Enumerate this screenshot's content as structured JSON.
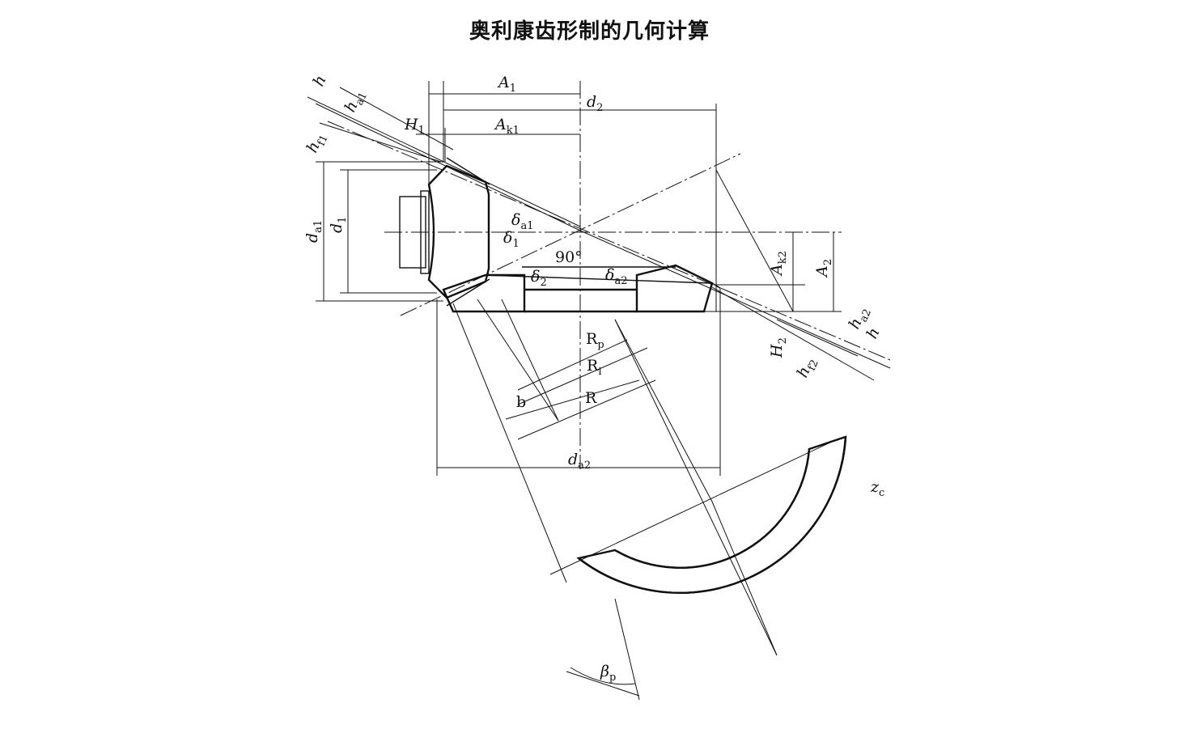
{
  "title": "奥利康齿形制的几何计算",
  "labels": {
    "h_top": "h",
    "ha1": "h|a1",
    "hf1": "h|f1",
    "H1": "H|1",
    "A1": "A|1",
    "d2": "d|2",
    "Ak1": "A|k1",
    "da1": "d|a1",
    "d1": "d|1",
    "delta_a1": "δ|a1",
    "delta_1": "δ|1",
    "angle_90": "90°",
    "delta_2": "δ|2",
    "delta_a2": "δ|a2",
    "Ak2": "A|k2",
    "A2": "A|2",
    "H2": "H|2",
    "hf2": "h|f2",
    "ha2": "h|a2",
    "h_bottom": "h",
    "Rp": "R|p",
    "Ri": "R|i",
    "R": "R",
    "b": "b",
    "da2": "d|a2",
    "zc": "z|c",
    "beta_p": "β|p"
  }
}
